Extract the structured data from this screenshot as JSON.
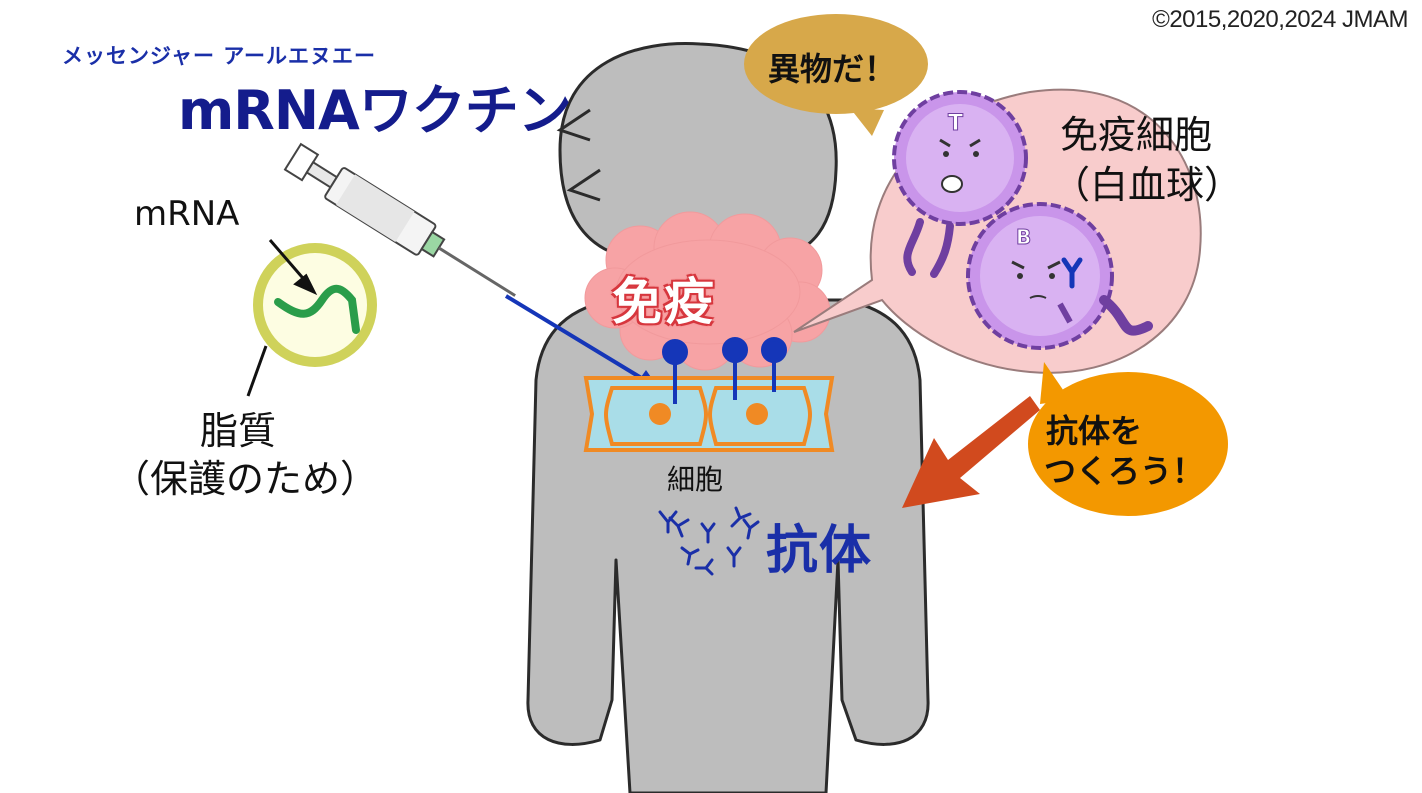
{
  "copyright": "©2015,2020,2024 JMAM",
  "title": {
    "ruby": "メッセンジャー アールエヌエー",
    "main": "mRNAワクチン"
  },
  "particle": {
    "mrna_label": "mRNA",
    "lipid_label": "脂質",
    "lipid_note": "（保護のため）"
  },
  "body": {
    "immune_word": "免疫",
    "cell_label": "細胞",
    "antibody_label": "抗体"
  },
  "bubble": {
    "foreign_shout": "異物だ！",
    "cell_type": "免疫細胞",
    "cell_type_note": "（白血球）",
    "t_cell_letter": "T",
    "b_cell_letter": "B"
  },
  "callout": {
    "line1": "抗体を",
    "line2": "つくろう！"
  },
  "colors": {
    "person": "#bdbdbd",
    "title": "#141c8c",
    "immune_cloud": "#f7a3a5",
    "cell_fill": "#a9dde8",
    "cell_border": "#f08a24",
    "nucleus": "#f08a24",
    "receptor": "#1536b8",
    "bubble": "#f8cccc",
    "immune_cell": "#c995ea",
    "callout": "#f39800",
    "arrow": "#d14a1e"
  }
}
